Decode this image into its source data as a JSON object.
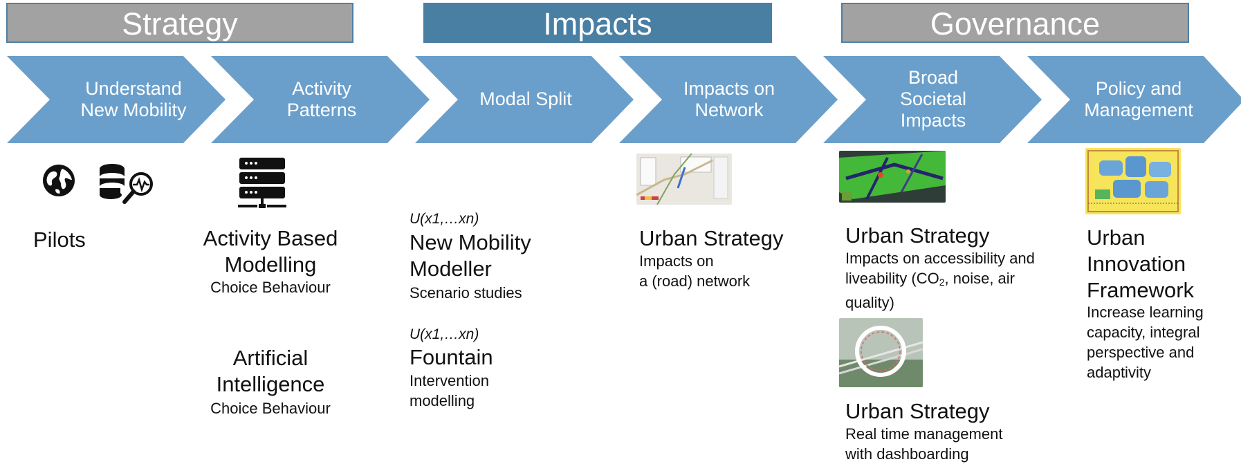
{
  "colors": {
    "chevron": "#6a9fcb",
    "header_grey": "#a2a2a2",
    "header_blue": "#4a7fa4",
    "text": "#111111"
  },
  "groups": [
    {
      "label": "Strategy"
    },
    {
      "label": "Impacts"
    },
    {
      "label": "Governance"
    }
  ],
  "steps": [
    {
      "label": "Understand\nNew Mobility"
    },
    {
      "label": "Activity\nPatterns"
    },
    {
      "label": "Modal Split"
    },
    {
      "label": "Impacts on\nNetwork"
    },
    {
      "label": "Broad\nSocietal\nImpacts"
    },
    {
      "label": "Policy and\nManagement"
    }
  ],
  "col1": {
    "icons": [
      "globe-icon",
      "database-search-icon"
    ],
    "title": "Pilots"
  },
  "col2": {
    "icon": "server-icon",
    "item1": {
      "title": "Activity Based\nModelling",
      "sub": "Choice Behaviour"
    },
    "item2": {
      "title": "Artificial\nIntelligence",
      "sub": "Choice Behaviour"
    }
  },
  "col3": {
    "item1": {
      "formula": "U(x1,…xn)",
      "title": "New Mobility\nModeller",
      "sub": "Scenario studies"
    },
    "item2": {
      "formula": "U(x1,…xn)",
      "title": "Fountain",
      "sub": "Intervention\nmodelling"
    }
  },
  "col4": {
    "title": "Urban Strategy",
    "sub": "Impacts on\na (road) network"
  },
  "col5": {
    "item1": {
      "title": "Urban Strategy",
      "sub_prefix": "Impacts on accessibility and\nliveability (CO",
      "sub_sub": "2",
      "sub_suffix": ", noise, air\nquality)"
    },
    "item2": {
      "title": "Urban Strategy",
      "sub": "Real time management\nwith dashboarding"
    }
  },
  "col6": {
    "title": "Urban\nInnovation\nFramework",
    "sub": "Increase learning\ncapacity, integral\nperspective and\nadaptivity"
  }
}
